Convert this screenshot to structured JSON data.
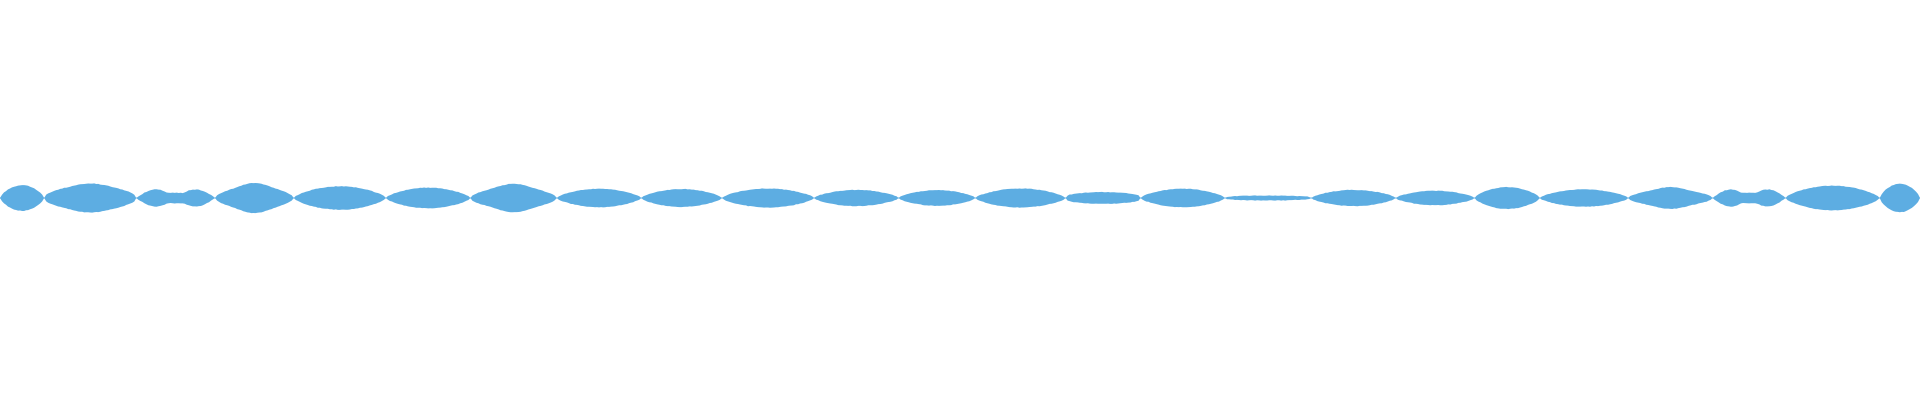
{
  "waveform": {
    "color": "#5dade2",
    "background": "#ffffff",
    "segments": [
      {
        "start": 0.0,
        "end": 0.023,
        "peak": 0.45,
        "shape": "swell"
      },
      {
        "start": 0.023,
        "end": 0.071,
        "peak": 0.53,
        "shape": "dip"
      },
      {
        "start": 0.071,
        "end": 0.112,
        "peak": 0.33,
        "shape": "double"
      },
      {
        "start": 0.112,
        "end": 0.153,
        "peak": 0.53,
        "shape": "peak"
      },
      {
        "start": 0.153,
        "end": 0.201,
        "peak": 0.41,
        "shape": "swell"
      },
      {
        "start": 0.201,
        "end": 0.245,
        "peak": 0.36,
        "shape": "swell"
      },
      {
        "start": 0.245,
        "end": 0.29,
        "peak": 0.5,
        "shape": "peak"
      },
      {
        "start": 0.29,
        "end": 0.334,
        "peak": 0.32,
        "shape": "swell"
      },
      {
        "start": 0.334,
        "end": 0.376,
        "peak": 0.31,
        "shape": "swell"
      },
      {
        "start": 0.376,
        "end": 0.424,
        "peak": 0.33,
        "shape": "swell"
      },
      {
        "start": 0.424,
        "end": 0.468,
        "peak": 0.28,
        "shape": "swell"
      },
      {
        "start": 0.468,
        "end": 0.508,
        "peak": 0.27,
        "shape": "swell"
      },
      {
        "start": 0.508,
        "end": 0.555,
        "peak": 0.33,
        "shape": "swell"
      },
      {
        "start": 0.555,
        "end": 0.594,
        "peak": 0.2,
        "shape": "flat"
      },
      {
        "start": 0.594,
        "end": 0.638,
        "peak": 0.32,
        "shape": "swell"
      },
      {
        "start": 0.638,
        "end": 0.683,
        "peak": 0.08,
        "shape": "flat"
      },
      {
        "start": 0.683,
        "end": 0.727,
        "peak": 0.28,
        "shape": "swell"
      },
      {
        "start": 0.727,
        "end": 0.768,
        "peak": 0.25,
        "shape": "swell"
      },
      {
        "start": 0.768,
        "end": 0.802,
        "peak": 0.38,
        "shape": "swell"
      },
      {
        "start": 0.802,
        "end": 0.848,
        "peak": 0.3,
        "shape": "swell"
      },
      {
        "start": 0.848,
        "end": 0.892,
        "peak": 0.38,
        "shape": "peak"
      },
      {
        "start": 0.892,
        "end": 0.93,
        "peak": 0.33,
        "shape": "double"
      },
      {
        "start": 0.93,
        "end": 0.979,
        "peak": 0.43,
        "shape": "swell"
      },
      {
        "start": 0.979,
        "end": 1.0,
        "peak": 0.5,
        "shape": "swell"
      }
    ]
  }
}
